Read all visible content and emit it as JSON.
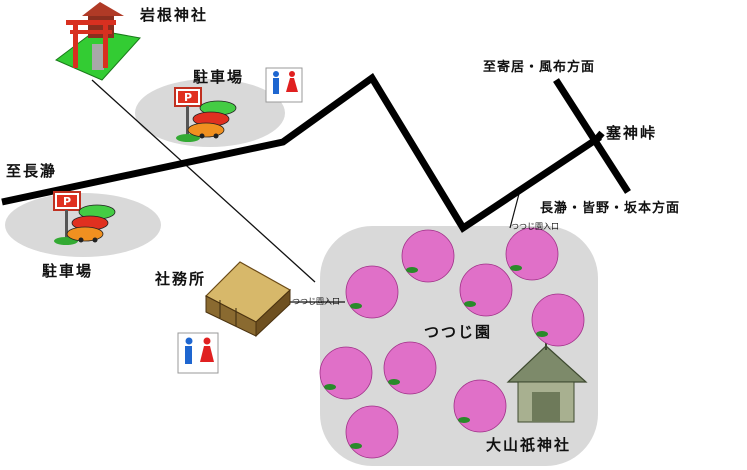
{
  "map": {
    "labels": {
      "iwane_shrine": "岩根神社",
      "parking_top": "駐車場",
      "to_nagatoro": "至長瀞",
      "parking_left": "駐車場",
      "shrine_office": "社務所",
      "to_yoriishi": "至寄居・風布方面",
      "pass": "塞神峠",
      "to_nagatoro_mino": "長瀞・皆野・坂本方面",
      "tsutsuji_entrance_1": "つつじ園入口",
      "tsutsuji_entrance_2": "つつじ園入口",
      "garden": "つつじ園",
      "oyamazumi_shrine": "大山祇神社"
    },
    "parking_sign": "P",
    "colors": {
      "road": "#000000",
      "garden_area": "#d9d9d9",
      "parking_area": "#d9d9d9",
      "azalea": "#e070c8",
      "torii": "#d83020",
      "grass": "#33cc33"
    }
  }
}
